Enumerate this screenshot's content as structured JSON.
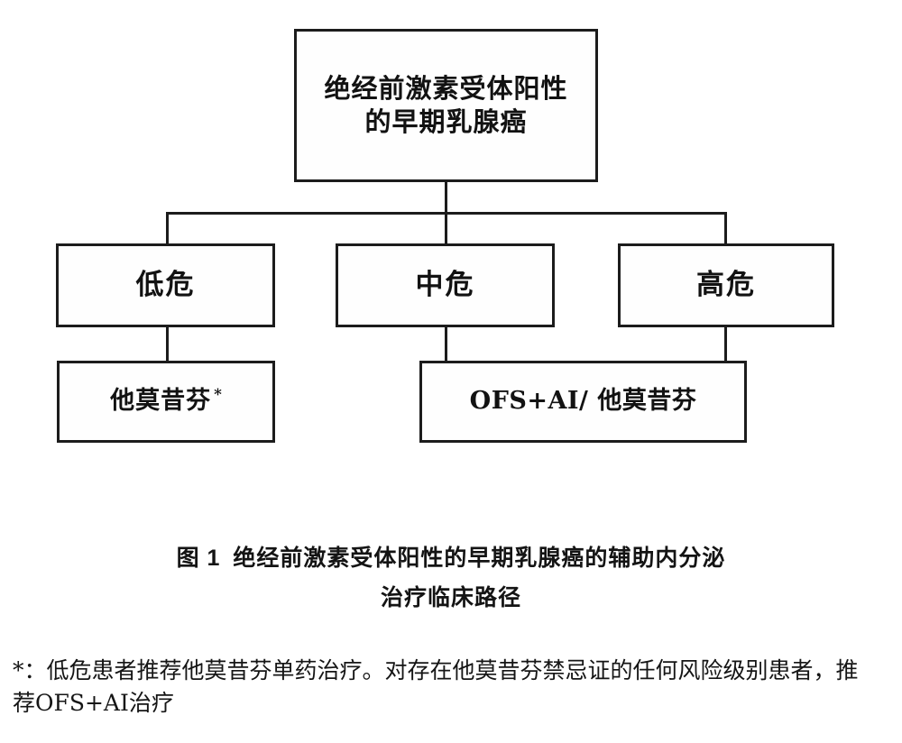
{
  "figure": {
    "type": "clinical-pathway-flowchart",
    "caption_number": "图 1",
    "caption_line1": "绝经前激素受体阳性的早期乳腺癌的辅助内分泌",
    "caption_line2": "治疗临床路径",
    "caption_full": "图 1　绝经前激素受体阳性的早期乳腺癌的辅助内分泌治疗临床路径",
    "footnote": "*：低危患者推荐他莫昔芬单药治疗。对存在他莫昔芬禁忌证的任何风险级别患者，推荐OFS+AI治疗",
    "colors": {
      "border": "#1c1c1c",
      "text": "#121212",
      "background": "#ffffff"
    }
  },
  "nodes": {
    "root": {
      "label": "绝经前激素受体阳性\n的早期乳腺癌"
    },
    "risk_levels": [
      {
        "id": "low",
        "label": "低危"
      },
      {
        "id": "mid",
        "label": "中危"
      },
      {
        "id": "high",
        "label": "高危"
      }
    ],
    "treatments": [
      {
        "id": "tamoxifen",
        "label": "他莫昔芬",
        "marker": "*"
      },
      {
        "id": "ofs-ai",
        "label": "OFS+AI/ 他莫昔芬",
        "marker": ""
      }
    ]
  }
}
